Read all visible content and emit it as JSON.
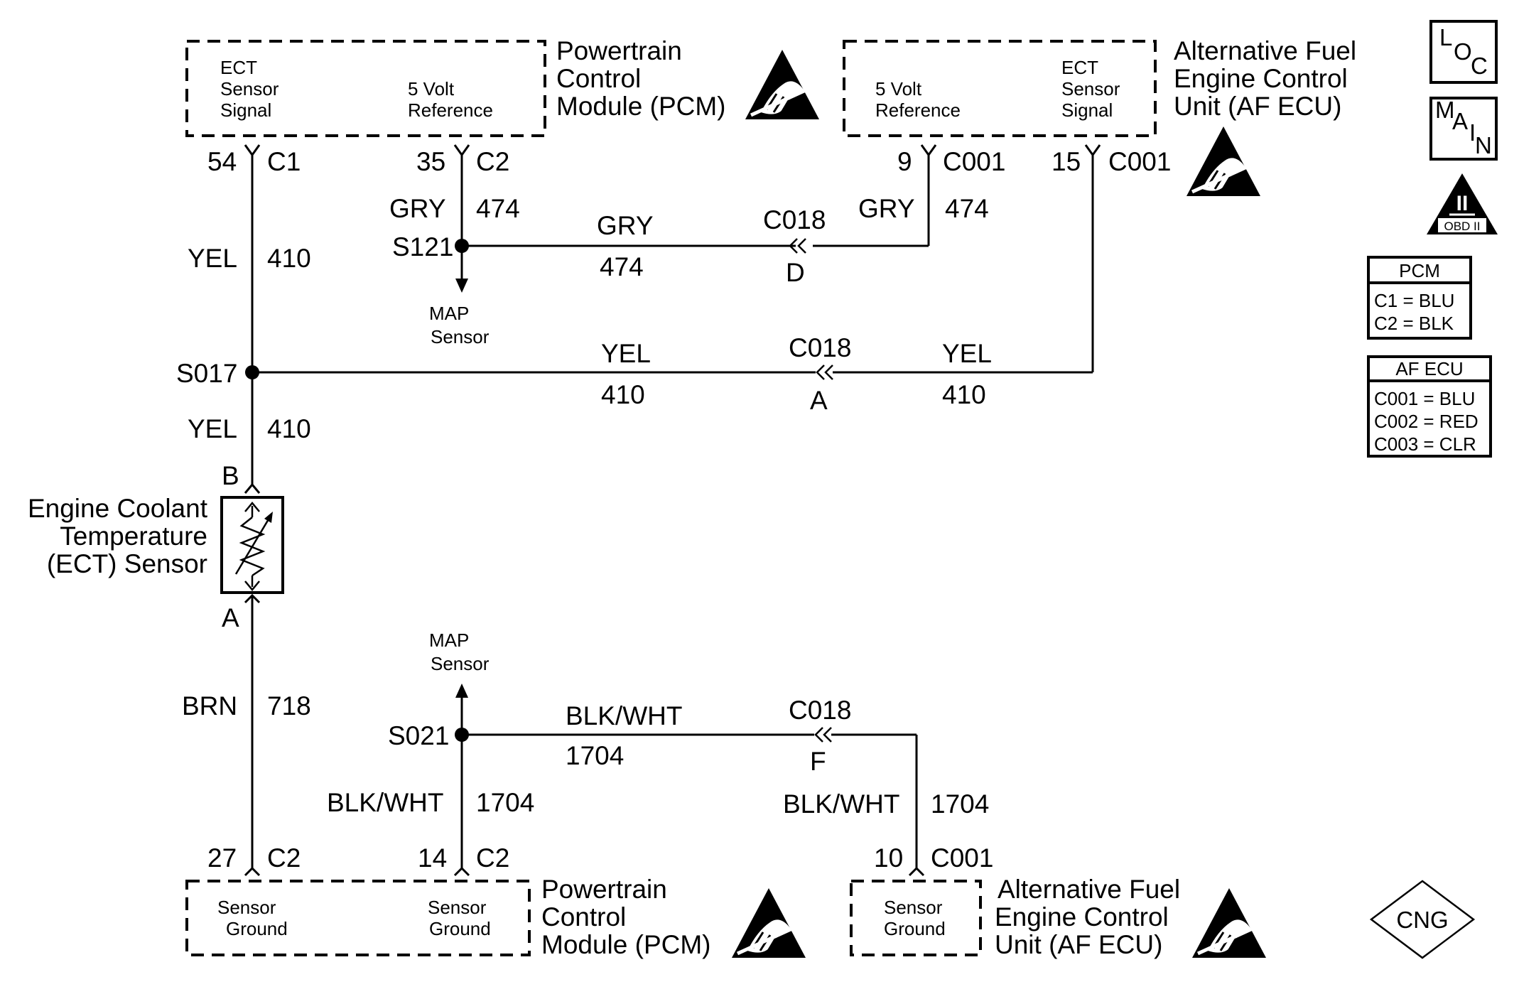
{
  "modules": {
    "pcm_top": {
      "title": [
        "Powertrain",
        "Control",
        "Module (PCM)"
      ],
      "pin_left": [
        "ECT",
        "Sensor",
        "Signal"
      ],
      "pin_right": [
        "5 Volt",
        "Reference"
      ]
    },
    "afecu_top": {
      "title": [
        "Alternative Fuel",
        "Engine Control",
        "Unit (AF ECU)"
      ],
      "pin_left": [
        "5 Volt",
        "Reference"
      ],
      "pin_right": [
        "ECT",
        "Sensor",
        "Signal"
      ]
    },
    "pcm_bottom": {
      "title": [
        "Powertrain",
        "Control",
        "Module (PCM)"
      ],
      "pin_left": [
        "Sensor",
        "Ground"
      ],
      "pin_right": [
        "Sensor",
        "Ground"
      ]
    },
    "afecu_bottom": {
      "title": [
        "Alternative Fuel",
        "Engine Control",
        "Unit (AF ECU)"
      ],
      "pin": [
        "Sensor",
        "Ground"
      ]
    }
  },
  "pins": {
    "p54": "54",
    "p54_conn": "C1",
    "p35": "35",
    "p35_conn": "C2",
    "p9": "9",
    "p9_conn": "C001",
    "p15": "15",
    "p15_conn": "C001",
    "p27": "27",
    "p27_conn": "C2",
    "p14": "14",
    "p14_conn": "C2",
    "p10": "10",
    "p10_conn": "C001"
  },
  "wires": {
    "yel": "YEL",
    "c410": "410",
    "gry": "GRY",
    "c474": "474",
    "brn": "BRN",
    "c718": "718",
    "blkwht": "BLK/WHT",
    "c1704": "1704"
  },
  "splices": {
    "s121": "S121",
    "s017": "S017",
    "s021": "S021"
  },
  "connectors": {
    "c018": "C018",
    "pin_d": "D",
    "pin_a": "A",
    "pin_f": "F"
  },
  "map_sensor": [
    "MAP",
    "Sensor"
  ],
  "ect_sensor": {
    "title": [
      "Engine Coolant",
      "Temperature",
      "(ECT) Sensor"
    ],
    "pin_b": "B",
    "pin_a": "A"
  },
  "legend": {
    "loc": [
      "L",
      "O",
      "C"
    ],
    "main": [
      "M",
      "A",
      "I",
      "N"
    ],
    "obd_roman": "II",
    "obd_label": "OBD II",
    "pcm": {
      "title": "PCM",
      "rows": [
        "C1 = BLU",
        "C2 = BLK"
      ]
    },
    "afecu": {
      "title": "AF ECU",
      "rows": [
        "C001 = BLU",
        "C002 = RED",
        "C003 = CLR"
      ]
    },
    "cng": "CNG"
  }
}
